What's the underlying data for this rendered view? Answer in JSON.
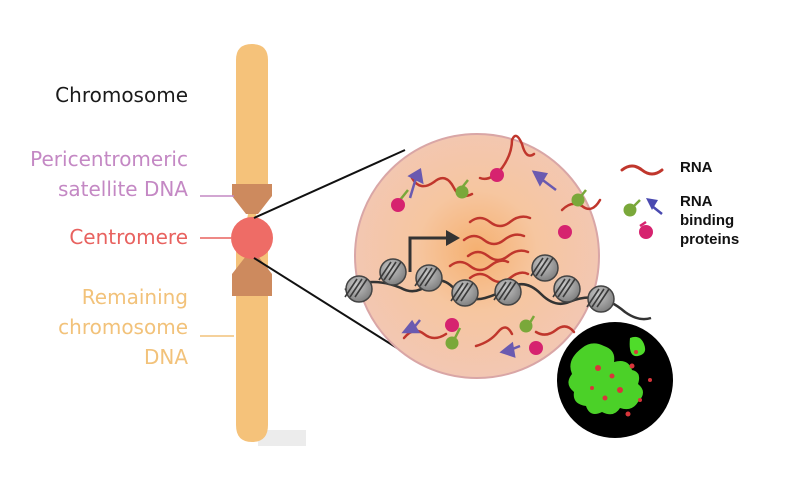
{
  "labels": {
    "chromosome": "Chromosome",
    "pericentromeric_line1": "Pericentromeric",
    "pericentromeric_line2": "satellite DNA",
    "centromere": "Centromere",
    "remaining_line1": "Remaining",
    "remaining_line2": "chromosome",
    "remaining_line3": "DNA"
  },
  "legend": {
    "rna": "RNA",
    "rbp_line1": "RNA",
    "rbp_line2": "binding",
    "rbp_line3": "proteins"
  },
  "colors": {
    "chromosome_arm": "#f5c27a",
    "pericentromeric_band": "#cd8a5e",
    "centromere": "#ee6c66",
    "zoom_circle": "#f3c49f",
    "rna": "#c0362c",
    "protein_magenta": "#d6236f",
    "protein_green": "#7aa83a",
    "arrow_purple": "#6a5ab0",
    "nucleosome": "#9a9a9a"
  }
}
